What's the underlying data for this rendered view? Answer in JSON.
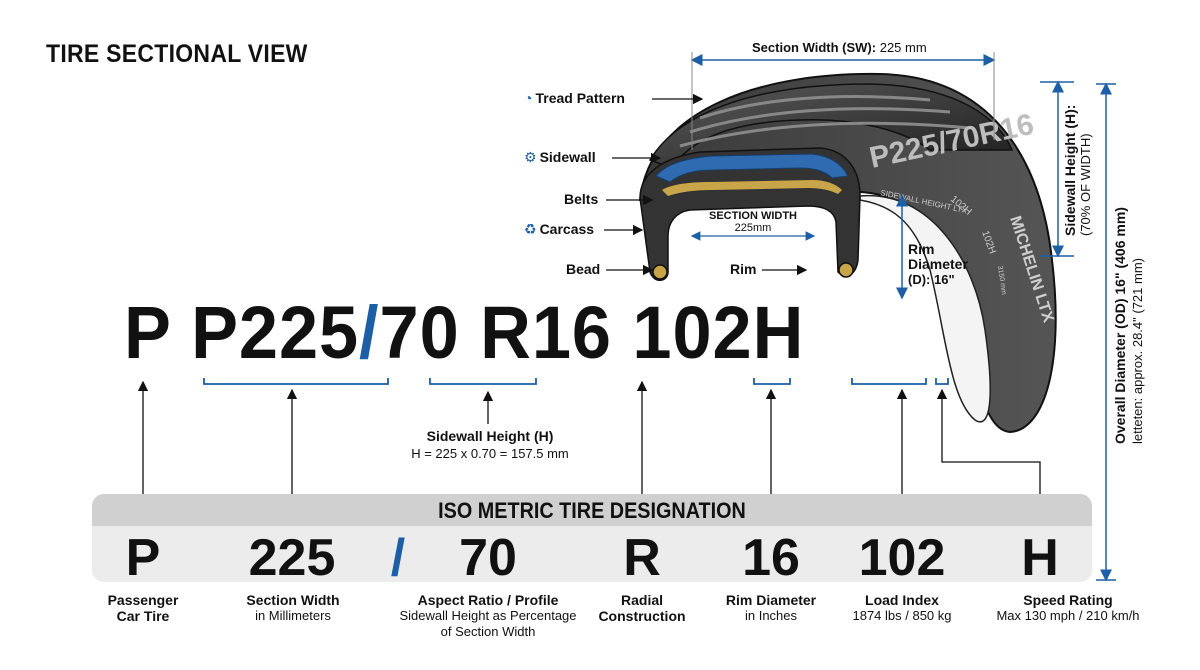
{
  "title": "TIRE SECTIONAL VIEW",
  "section_width": {
    "label": "Section Width (SW):",
    "value": "225 mm"
  },
  "callouts": {
    "tread": {
      "label": "Tread Pattern",
      "icon": "gauge-icon"
    },
    "sidewall": {
      "label": "Sidewall",
      "icon": "gear-icon"
    },
    "belts": {
      "label": "Belts"
    },
    "carcass": {
      "label": "Carcass",
      "icon": "carcass-icon"
    },
    "bead": {
      "label": "Bead"
    },
    "rim": {
      "label": "Rim"
    }
  },
  "cross_section": {
    "label": "SECTION WIDTH",
    "value": "225mm"
  },
  "rim_diameter": {
    "line1": "Rim",
    "line2": "Diameter",
    "line3": "(D): 16\""
  },
  "sidewall_height_right": {
    "line1": "Sidewall Height (H):",
    "line2": "(70% OF WIDTH)"
  },
  "overall_diameter": {
    "line1": "Overall Diameter (OD) 16\" (406 mm)",
    "line2": "letteten: approx. 28.4\" (721 mm)"
  },
  "tire_text": {
    "size": "P225/70R16",
    "brand": "MICHELIN LTX",
    "small1": "SIDEWALL HEIGHT LTX",
    "small2": "102H",
    "small3": "102H",
    "small4": "3150 mm"
  },
  "code_line": {
    "prefix": "P",
    "width_part": "P225",
    "slash": "/",
    "ratio": "70",
    "rim": "R16",
    "service": "102H"
  },
  "sidewall_formula": {
    "title": "Sidewall Height (H)",
    "formula": "H = 225 x 0.70 = 157.5 mm"
  },
  "band_title": "ISO METRIC TIRE DESIGNATION",
  "segments": [
    {
      "value": "P",
      "title": "Passenger",
      "sub": "Car Tire"
    },
    {
      "value": "225",
      "title": "Section Width",
      "sub": "in Millimeters"
    },
    {
      "value": "/",
      "title": "",
      "sub": ""
    },
    {
      "value": "70",
      "title": "Aspect Ratio / Profile",
      "sub": "Sidewall Height as Percentage",
      "sub2": "of Section Width"
    },
    {
      "value": "R",
      "title": "Radial",
      "sub": "Construction"
    },
    {
      "value": "16",
      "title": "Rim Diameter",
      "sub": "in Inches"
    },
    {
      "value": "102",
      "title": "Load Index",
      "sub": "1874 lbs / 850 kg"
    },
    {
      "value": "H",
      "title": "Speed Rating",
      "sub": "Max 130 mph / 210 km/h"
    }
  ],
  "colors": {
    "accent": "#1d5fa5",
    "tire_dark": "#2a2a2a",
    "band_header": "#d0d0d0",
    "band_body": "#ececec"
  }
}
